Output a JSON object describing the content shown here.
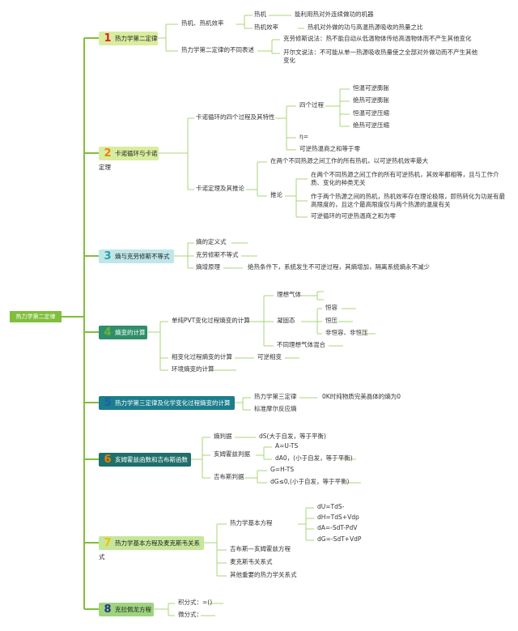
{
  "root": "热力学第二定律",
  "topics": [
    {
      "num": "1",
      "label": "热力学第二定律",
      "num_color": "#e2231a",
      "bg": "#d9ec9f"
    },
    {
      "num": "2",
      "label": "卡诺循环与卡诺定理",
      "num_color": "#e8820c",
      "bg": "#d9ec9f"
    },
    {
      "num": "3",
      "label": "熵与克劳修斯不等式",
      "num_color": "#2aa0a8",
      "bg": "#bfe6e8"
    },
    {
      "num": "4",
      "label": "熵变的计算",
      "num_color": "#6cb33f",
      "bg": "#2f8f6b"
    },
    {
      "num": "5",
      "label": "热力学第三定律及化学变化过程熵变的计算",
      "num_color": "#1b5fa8",
      "bg": "#1c7e8c"
    },
    {
      "num": "6",
      "label": "亥姆霍兹函数和吉布斯函数",
      "num_color": "#e8820c",
      "bg": "#1f6f6a"
    },
    {
      "num": "7",
      "label": "热力学基本方程及麦克斯韦关系式",
      "num_color": "#e8c20c",
      "bg": "#c6e69a"
    },
    {
      "num": "8",
      "label": "克拉佩龙方程",
      "num_color": "#24338a",
      "bg": "#9fd47f"
    }
  ],
  "t1": {
    "a": "热机、热机效率",
    "a1": "热机",
    "a1v": "能利用热对外连续做功的机器",
    "a2": "热机效率",
    "a2v": "热机对外做的功与高温热源吸收的热量之比",
    "b": "热力学第二定律的不同表述",
    "b1": "克劳修斯说法：热不能自动从低温物体传给高温物体而不产生其他变化",
    "b2": "开尔文说法：不可能从单一热源吸收热量使之全部对外做功而不产生其他变化"
  },
  "t2": {
    "a": "卡诺循环的四个过程及其特性",
    "a1": "四个过程",
    "p1": "恒温可逆膨胀",
    "p2": "绝热可逆膨胀",
    "p3": "恒温可逆压缩",
    "p4": "绝热可逆压缩",
    "a2": "η=",
    "a3": "可逆热温商之和等于零",
    "b": "卡诺定理及其推论",
    "b1": "在两个不同热源之间工作的所有热机，以可逆热机效率最大",
    "b2": "推论",
    "c1": "在两个不同热源之间工作的所有可逆热机，其效率都相等，且与工作介质、变化的种类无关",
    "c2": "作于两个热源之间的热机，热机效率存在理论极限，即热转化为功是有最高限度的，且这个最高限度仅与两个热源的温度有关",
    "c3": "可逆循环的可逆热温商之和为零"
  },
  "t3": {
    "a": "熵的定义式",
    "b": "克劳修斯不等式",
    "c": "熵增原理",
    "cv": "绝热条件下，系统发生不可逆过程，其熵增加，隔离系统熵永不减少"
  },
  "t4": {
    "a": "单纯PVT变化过程熵变的计算",
    "a1": "理想气体",
    "a2": "凝固态",
    "s1": "恒容",
    "s2": "恒压",
    "s3": "非恒容、非恒压",
    "a3": "不同理想气体混合",
    "b": "相变化过程熵变的计算",
    "bv": "可逆相变",
    "c": "环境熵变的计算"
  },
  "t5": {
    "a": "热力学第三定律",
    "av": "0K时纯物质完美晶体的熵为0",
    "b": "标准摩尔反应熵"
  },
  "t6": {
    "a": "熵判据",
    "av": "dS(大于自发，等于平衡)",
    "b": "亥姆霍兹判据",
    "b1": "A=U-TS",
    "b2": "dA0，(小于自发，等于平衡)",
    "c": "吉布斯判据",
    "c1": "G=H-TS",
    "c2": "dG≤0,(小于自发，等于平衡)"
  },
  "t7": {
    "a": "热力学基本方程",
    "e1": "dU=TdS-",
    "e2": "dH=TdS+Vdp",
    "e3": "dA=-SdT-PdV",
    "e4": "dG=-SdT+VdP",
    "b": "吉布斯—亥姆霍兹方程",
    "c": "麦克斯韦关系式",
    "d": "其他重要的热力学关系式"
  },
  "t8": {
    "a": "积分式：=()",
    "b": "微分式："
  },
  "colors": {
    "branch": "#7fbf3a",
    "sub": "#a8d47a"
  }
}
